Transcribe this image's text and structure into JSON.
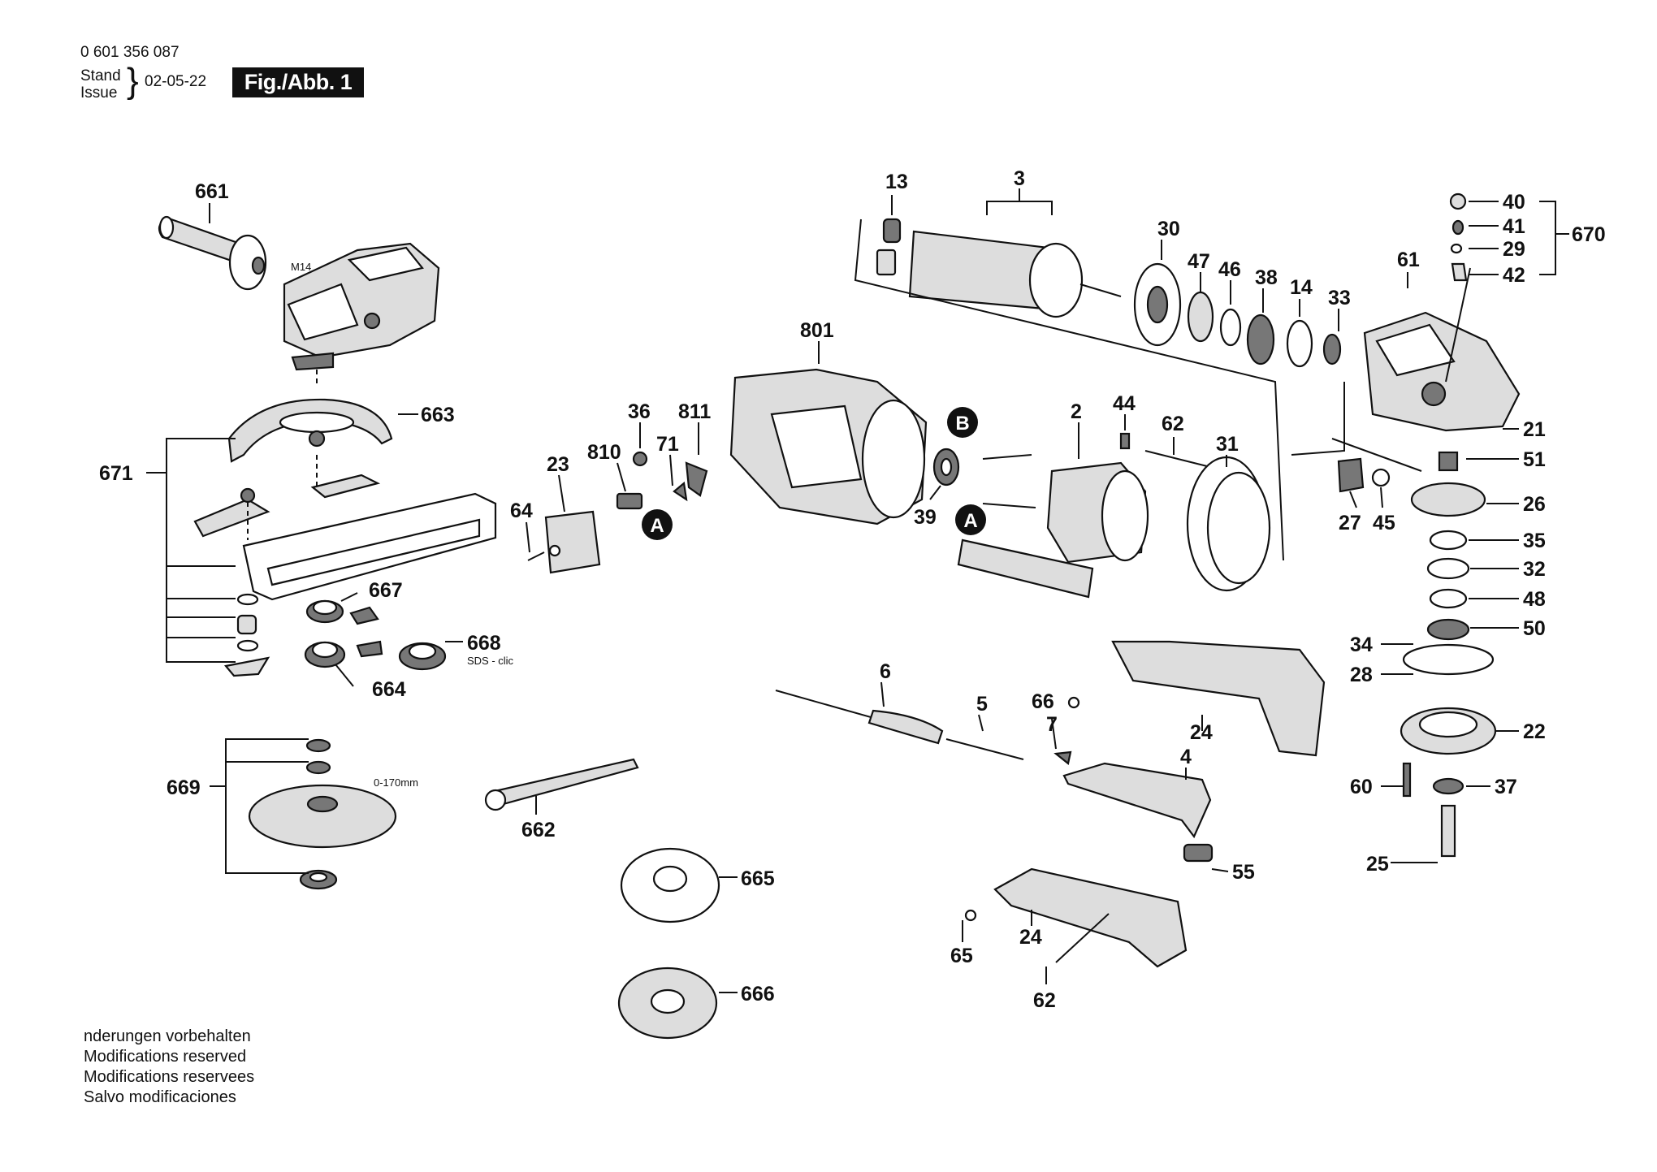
{
  "header": {
    "doc_number": "0 601 356 087",
    "stand_label": "Stand",
    "issue_label": "Issue",
    "date": "02-05-22",
    "figure_label": "Fig./Abb. 1"
  },
  "footer": {
    "lines": [
      "nderungen vorbehalten",
      "Modifications reserved",
      "Modifications reservees",
      "Salvo modificaciones"
    ]
  },
  "annotations": {
    "thread": "M14",
    "sds": "SDS - clic",
    "diameter": "0-170mm"
  },
  "callouts": {
    "a": "A",
    "b": "B"
  },
  "part_labels": {
    "p661": "661",
    "p663": "663",
    "p671": "671",
    "p667": "667",
    "p668": "668",
    "p664": "664",
    "p669": "669",
    "p662": "662",
    "p665": "665",
    "p666": "666",
    "p13": "13",
    "p3": "3",
    "p30": "30",
    "p47": "47",
    "p46": "46",
    "p38": "38",
    "p14": "14",
    "p33": "33",
    "p61": "61",
    "p40": "40",
    "p41": "41",
    "p29": "29",
    "p42": "42",
    "p670": "670",
    "p801": "801",
    "p36": "36",
    "p811": "811",
    "p810": "810",
    "p71": "71",
    "p23": "23",
    "p64": "64",
    "p39": "39",
    "p2": "2",
    "p44": "44",
    "p62a": "62",
    "p31": "31",
    "p21": "21",
    "p51": "51",
    "p26": "26",
    "p27": "27",
    "p45": "45",
    "p35": "35",
    "p32": "32",
    "p48": "48",
    "p50": "50",
    "p34": "34",
    "p28": "28",
    "p22": "22",
    "p60": "60",
    "p37": "37",
    "p25": "25",
    "p6": "6",
    "p5": "5",
    "p66": "66",
    "p7": "7",
    "p24a": "24",
    "p4": "4",
    "p55": "55",
    "p24b": "24",
    "p65": "65",
    "p62b": "62"
  }
}
